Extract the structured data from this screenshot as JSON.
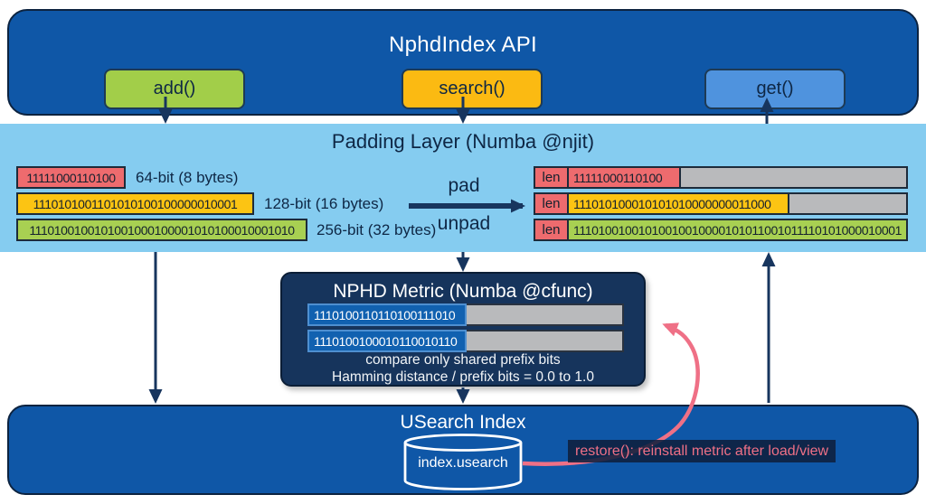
{
  "api_box": {
    "title": "NphdIndex API",
    "buttons": [
      {
        "label": "add()",
        "color": "#a2ce49"
      },
      {
        "label": "search()",
        "color": "#fbba12"
      },
      {
        "label": "get()",
        "color": "#4f93de"
      }
    ]
  },
  "padding_layer": {
    "title": "Padding Layer (Numba @njit)",
    "pad_label": "pad",
    "unpad_label": "unpad",
    "input_rows": [
      {
        "bits": "11111000110100",
        "label": "64-bit (8 bytes)",
        "color": "#ee6b6e"
      },
      {
        "bits": "1110101001101010100100000010001",
        "label": "128-bit (16 bytes)",
        "color": "#fcc413"
      },
      {
        "bits": "1110100100101001000100001010100010001010",
        "label": "256-bit (32 bytes)",
        "color": "#a8d052"
      }
    ],
    "padded_rows": [
      {
        "len_label": "len",
        "bits": "11111000110100",
        "color": "#ee6b6e"
      },
      {
        "len_label": "len",
        "bits": "111010100010101010000000011000",
        "color": "#fcc413"
      },
      {
        "len_label": "len",
        "bits": "11101001001010010010000101011001011110101000010001",
        "color": "#a8d052"
      }
    ]
  },
  "metric_box": {
    "title": "NPHD Metric (Numba @cfunc)",
    "rows": [
      {
        "bits": "1110100110110100111010"
      },
      {
        "bits": "1110100100010110010110"
      }
    ],
    "note_line1": "compare only shared prefix bits",
    "note_line2": "Hamming distance / prefix bits = 0.0 to 1.0"
  },
  "usearch_box": {
    "title": "USearch Index",
    "cylinder_label": "index.usearch",
    "restore_note": "restore(): reinstall metric after load/view"
  },
  "colors": {
    "box_blue": "#0f57a7",
    "band_light_blue": "#85ccf0",
    "metric_navy": "#16345c",
    "arrow_navy": "#17355e",
    "pink_accent": "#ef7086",
    "gray_fill": "#b9babc",
    "cell_blue": "#1161b0",
    "cell_blue_border": "#4e8fd0",
    "red": "#ee6b6e",
    "yellow": "#fcc413",
    "green": "#a8d052"
  }
}
